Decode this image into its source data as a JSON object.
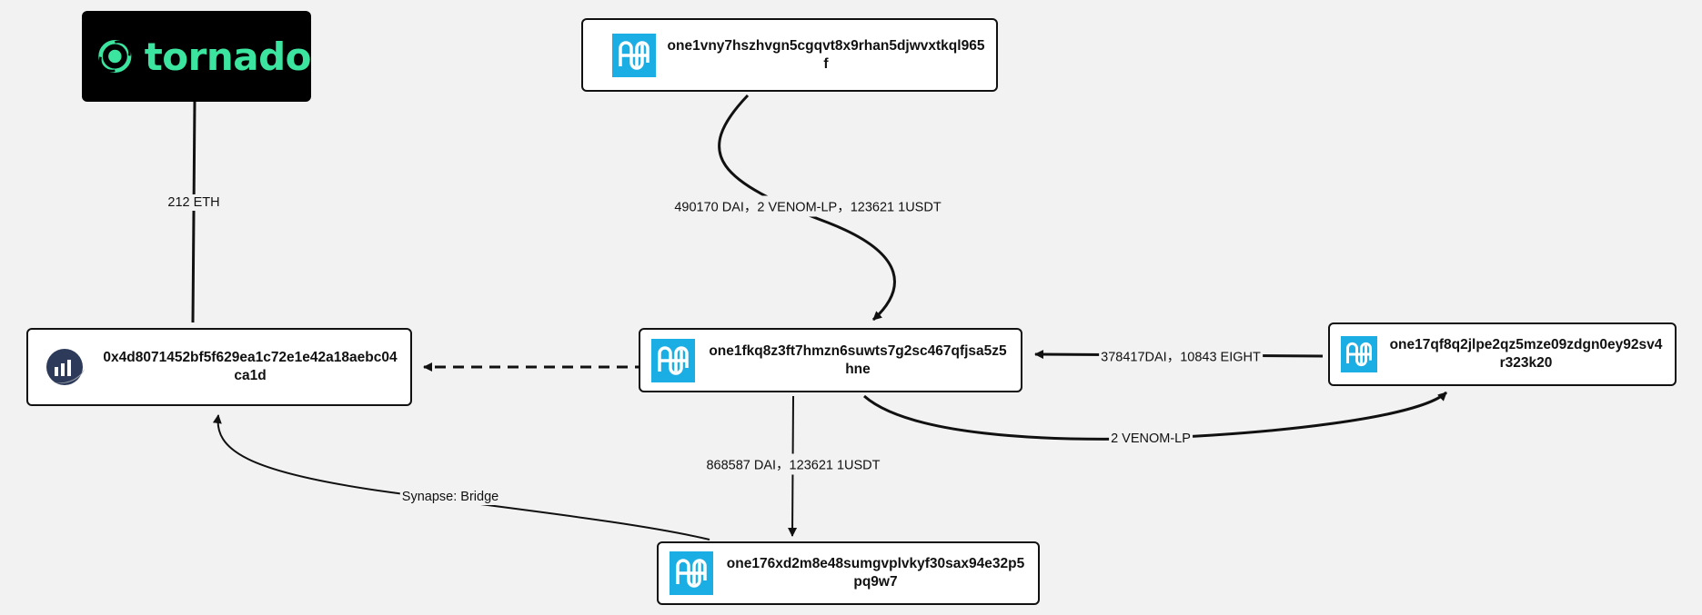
{
  "logo": {
    "wordmark": "tornado",
    "icon": "tornado-cash-icon",
    "color": "#3ce59f"
  },
  "nodes": {
    "n_top": {
      "address": "one1vny7hszhvgn5cgqvt8x9rhan5djwvxtkql965f",
      "icon": "harmony-icon"
    },
    "n_center": {
      "address": "one1fkq8z3ft7hmzn6suwts7g2sc467qfjsa5z5hne",
      "icon": "harmony-icon"
    },
    "n_left": {
      "address": "0x4d8071452bf5f629ea1c72e1e42a18aebc04ca1d",
      "icon": "ethereum-address-icon"
    },
    "n_right": {
      "address": "one17qf8q2jlpe2qz5mze09zdgn0ey92sv4r323k20",
      "icon": "harmony-icon"
    },
    "n_bottom": {
      "address": "one176xd2m8e48sumgvplvkyf30sax94e32p5pq9w7",
      "icon": "harmony-icon"
    }
  },
  "edges": {
    "tornado_left": "212 ETH",
    "top_center": "490170 DAI，2 VENOM-LP，123621 1USDT",
    "right_center": "378417DAI，10843 EIGHT",
    "center_right": "2 VENOM-LP",
    "center_bottom": "868587 DAI，123621 1USDT",
    "bottom_left": "Synapse: Bridge"
  },
  "colors": {
    "harmony": "#1aaee4",
    "tornado_green": "#3ce59f",
    "edge": "#111111"
  }
}
